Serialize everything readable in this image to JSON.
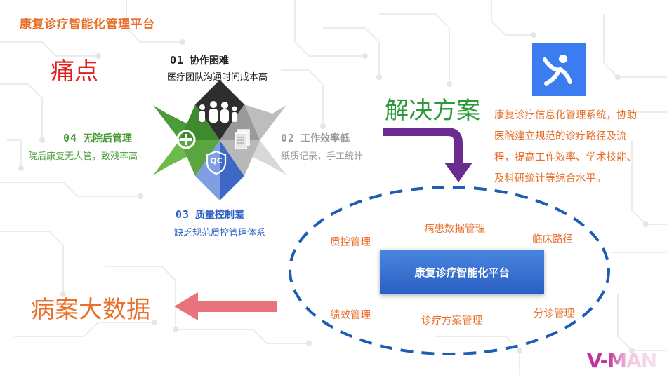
{
  "slide": {
    "title": "康复诊疗智能化管理平台",
    "pain_label": "痛点",
    "solution_label": "解决方案",
    "bigdata_label": "病案大数据",
    "solution_desc": "康复诊疗信息化管理系统，协助医院建立规范的诊疗路径及流程，提高工作效率、学术技能、及科研统计等综合水平。"
  },
  "pain_points": [
    {
      "num": "01",
      "title": "协作困难",
      "desc": "医疗团队沟通时间成本高"
    },
    {
      "num": "02",
      "title": "工作效率低",
      "desc": "纸质记录，手工统计"
    },
    {
      "num": "03",
      "title": "质量控制差",
      "desc": "缺乏规范质控管理体系"
    },
    {
      "num": "04",
      "title": "无院后管理",
      "desc": "院后康复无人管，致残率高"
    }
  ],
  "star": {
    "qc_label": "QC"
  },
  "platform": {
    "center_label": "康复诊疗智能化平台",
    "modules": [
      "质控管理",
      "病患数据管理",
      "临床路径",
      "绩效管理",
      "诊疗方案管理",
      "分诊管理"
    ]
  },
  "brand": {
    "watermark": "V-MAN"
  },
  "colors": {
    "orange": "#e8702a",
    "red": "#e0201c",
    "green": "#2f9a3c",
    "purple": "#6a2c91",
    "blue": "#2a5fc3",
    "pink_arrow": "#e8737a",
    "gray": "#9a9a9a"
  },
  "icons": [
    "people-icon",
    "plus-icon",
    "document-icon",
    "qc-shield-icon",
    "app-logo-icon",
    "arrow-right-down-icon",
    "arrow-left-icon"
  ]
}
